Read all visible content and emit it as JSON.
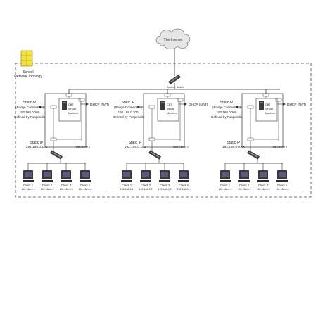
{
  "internet": {
    "label": "The Internet"
  },
  "legend": {
    "line1": "School",
    "line2": "Network Topology"
  },
  "router": {
    "label": "Router / Switch"
  },
  "segments": [
    {
      "static_ip_title": "Static IP",
      "bridge": "(Bridge Connection)",
      "bridge_ip": "192.168.0.200",
      "defined_by": "Defined  by Puspendik",
      "vm_line1": "CBT",
      "vm_line2": "Virtual",
      "vm_line3": "Machine",
      "dhcp": "DHCP (NAT)",
      "host_static_title": "Static IP",
      "host_ip": "192.168.0.101",
      "host_server": "Host Server 1",
      "clients": [
        {
          "name": "Client 1",
          "ip": "192.168.0.1"
        },
        {
          "name": "Client 2",
          "ip": "192.168.0.2"
        },
        {
          "name": "Client 3",
          "ip": "192.168.0.3"
        },
        {
          "name": "Client n",
          "ip": "192.168.0.n"
        }
      ]
    },
    {
      "static_ip_title": "Static IP",
      "bridge": "(Bridge Connection)",
      "bridge_ip": "192.168.0.200",
      "defined_by": "Defined  by Puspendik",
      "vm_line1": "CBT",
      "vm_line2": "Virtual",
      "vm_line3": "Machine",
      "dhcp": "DHCP (NAT)",
      "host_static_title": "Static IP",
      "host_ip": "192.168.0.102",
      "host_server": "Host Server 2",
      "clients": [
        {
          "name": "Client 1",
          "ip": "192.168.0.1"
        },
        {
          "name": "Client 2",
          "ip": "192.168.0.2"
        },
        {
          "name": "Client 3",
          "ip": "192.168.0.3"
        },
        {
          "name": "Client n",
          "ip": "192.168.0.n"
        }
      ]
    },
    {
      "static_ip_title": "Static IP",
      "bridge": "(Bridge Connection)",
      "bridge_ip": "192.168.0.200",
      "defined_by": "Defined  by Puspendik",
      "vm_line1": "CBT",
      "vm_line2": "Virtual",
      "vm_line3": "Machine",
      "dhcp": "DHCP (NAT)",
      "host_static_title": "Static IP",
      "host_ip": "192.168.0.XXX",
      "host_server": "Host Server n",
      "clients": [
        {
          "name": "Client 1",
          "ip": "192.168.0.1"
        },
        {
          "name": "Client 2",
          "ip": "192.168.0.2"
        },
        {
          "name": "Client 3",
          "ip": "192.168.0.3"
        },
        {
          "name": "Client n",
          "ip": "192.168.0.n"
        }
      ]
    }
  ],
  "colors": {
    "line": "#333333",
    "cloud": "#e4e4e4",
    "legend_icon": "#f2e23a",
    "device": "#3a3a3a",
    "screen": "#5a5a7a"
  }
}
